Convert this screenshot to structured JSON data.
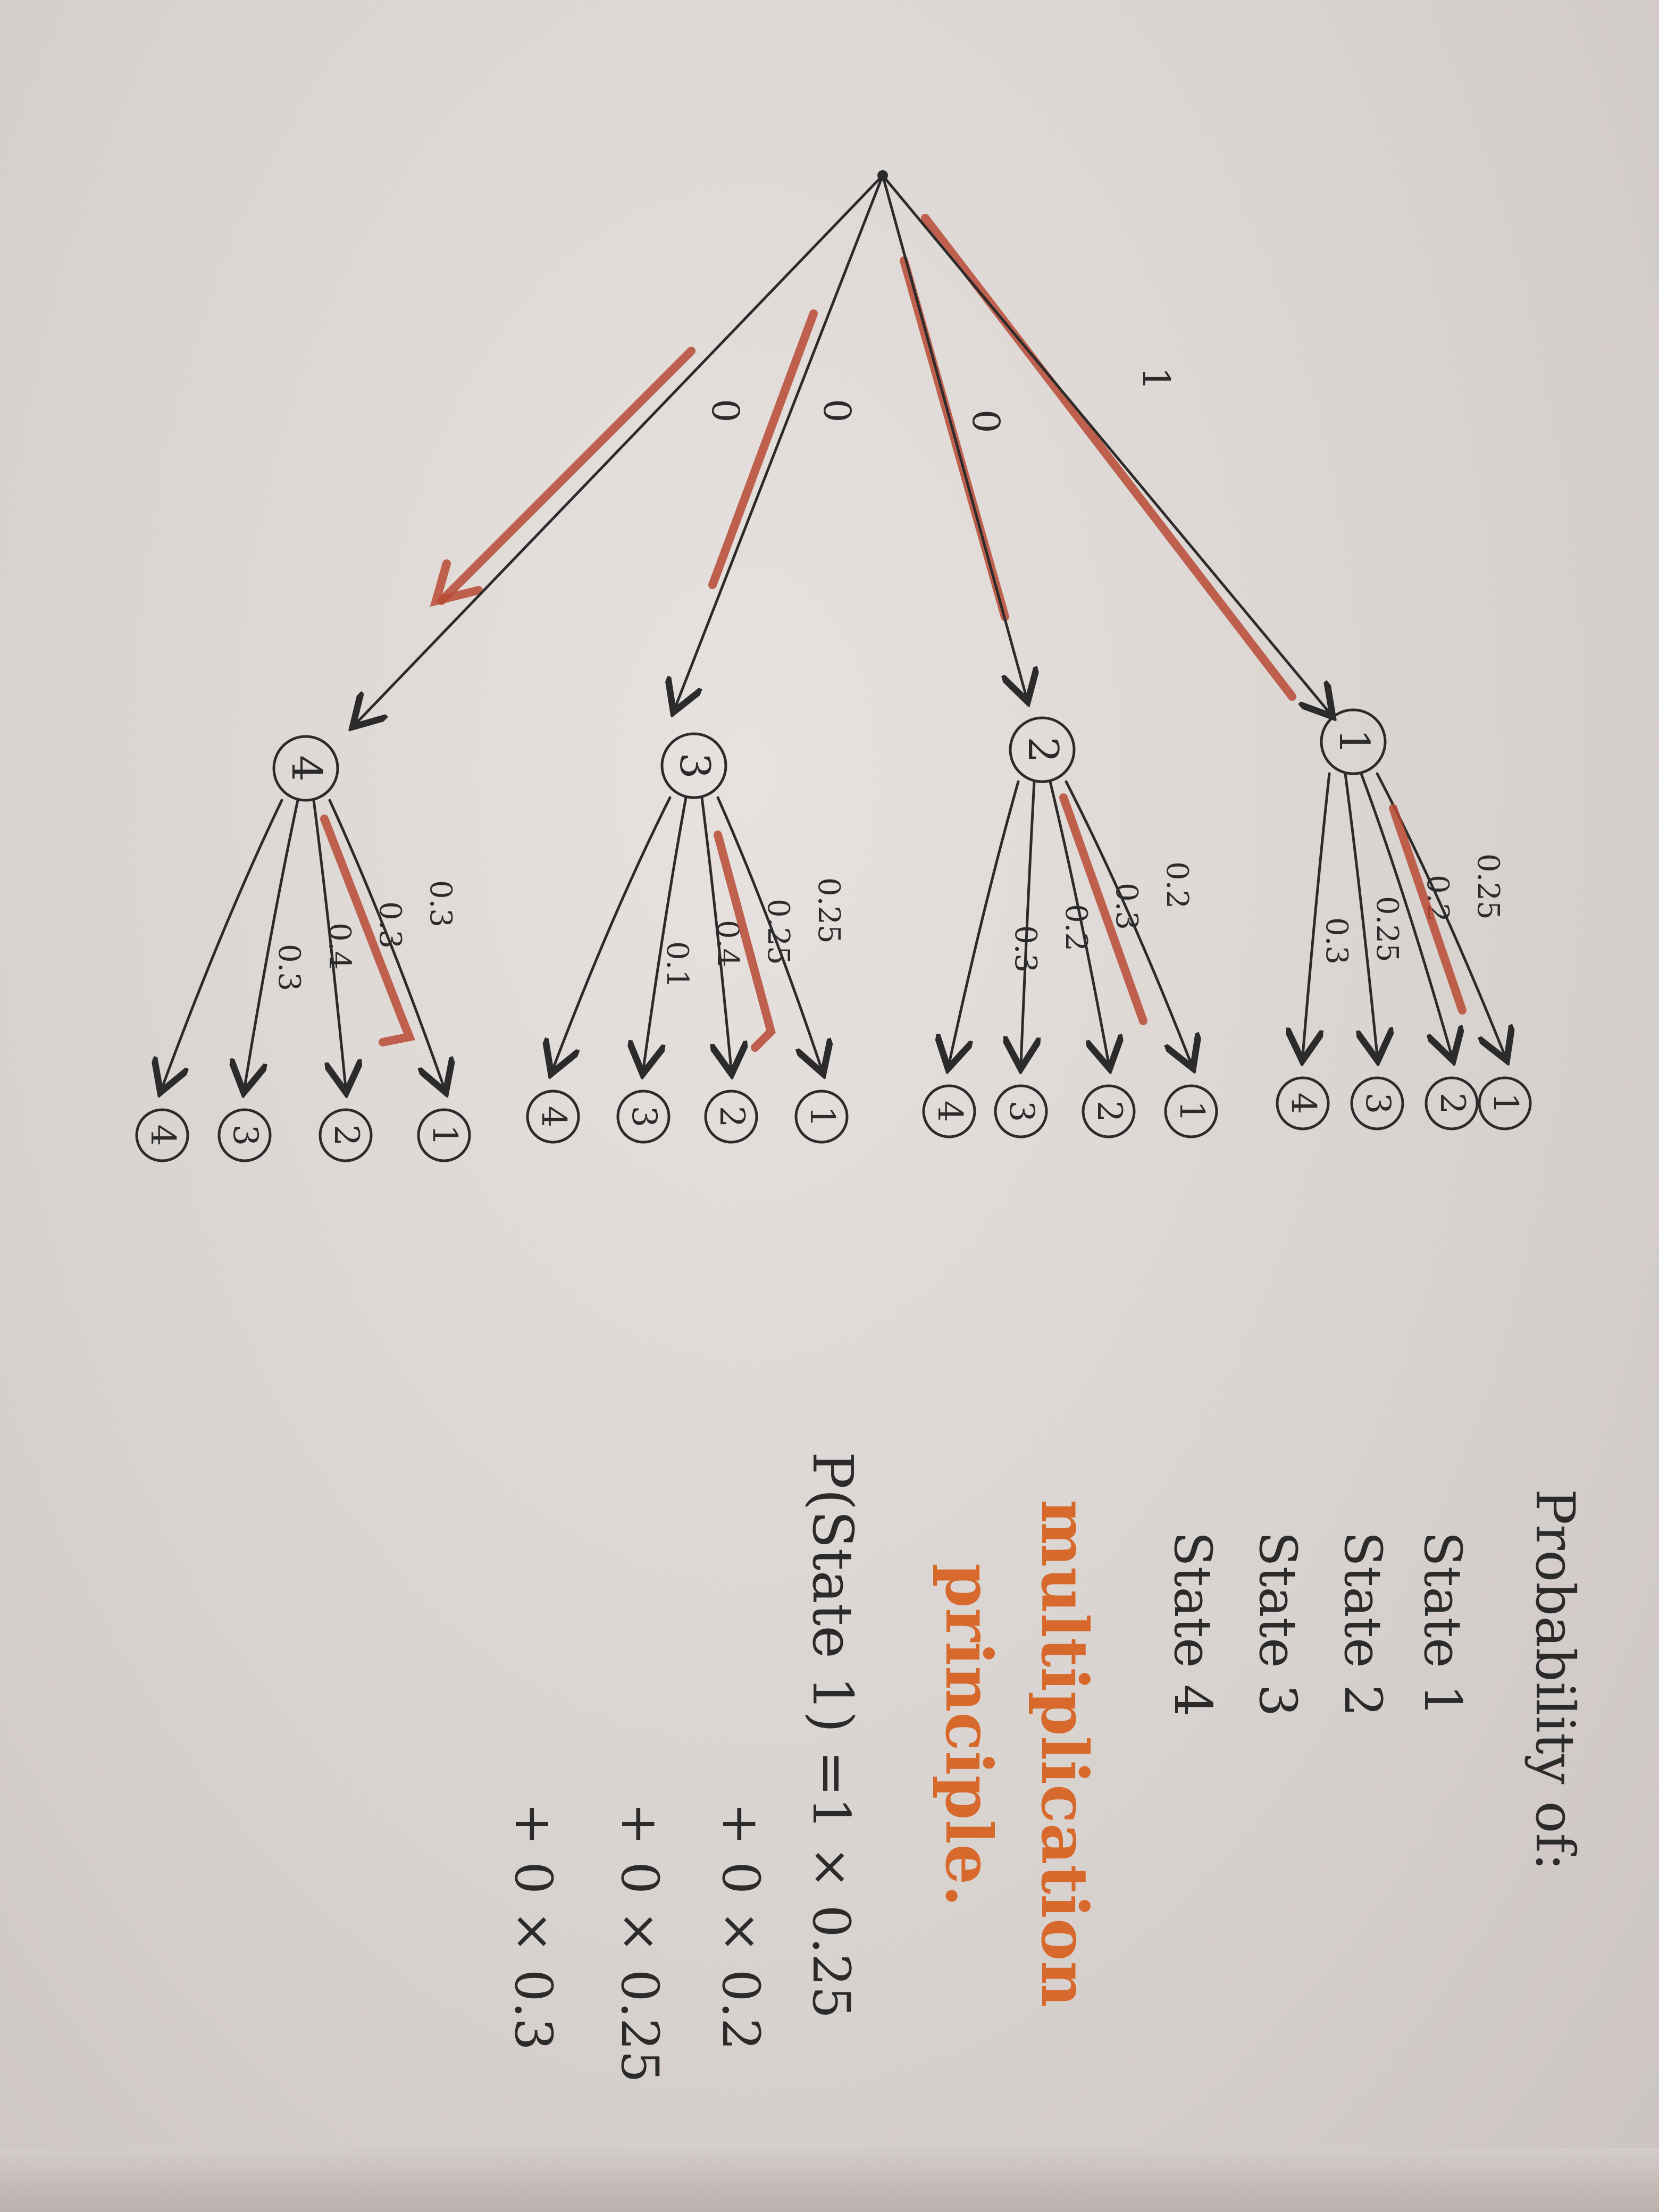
{
  "tree": {
    "root_edges": [
      {
        "to": "4",
        "prob": "0"
      },
      {
        "to": "3",
        "prob": "0"
      },
      {
        "to": "2",
        "prob": "0"
      },
      {
        "to": "1",
        "prob": "1"
      }
    ],
    "groups": [
      {
        "state": "4",
        "children": [
          "4",
          "3",
          "2",
          "1"
        ],
        "probs": [
          "0.3",
          "0.4",
          "0.3",
          "0.3"
        ]
      },
      {
        "state": "3",
        "children": [
          "4",
          "3",
          "2",
          "1"
        ],
        "probs": [
          "0.1",
          "0.4",
          "0.25",
          "0.25"
        ]
      },
      {
        "state": "2",
        "children": [
          "4",
          "3",
          "2",
          "1"
        ],
        "probs": [
          "0.3",
          "0.2",
          "0.3",
          "0.2"
        ]
      },
      {
        "state": "1",
        "children": [
          "4",
          "3",
          "2",
          "1"
        ],
        "probs": [
          "0.3",
          "0.25",
          "0.2",
          "0.25"
        ]
      }
    ]
  },
  "notes": {
    "heading": "Probability of:",
    "states": [
      "State 1",
      "State 2",
      "State 3",
      "State 4"
    ],
    "principle_line1": "multiplication",
    "principle_line2": "principle.",
    "formula_lhs": "P(State 1) =",
    "terms": [
      "1 × 0.25",
      "+ 0 × 0.2",
      "+ 0 × 0.25",
      "+ 0 × 0.3"
    ]
  },
  "colors": {
    "ink": "#2b2b2b",
    "highlight": "#b84a35",
    "orange": "#d8692c"
  }
}
